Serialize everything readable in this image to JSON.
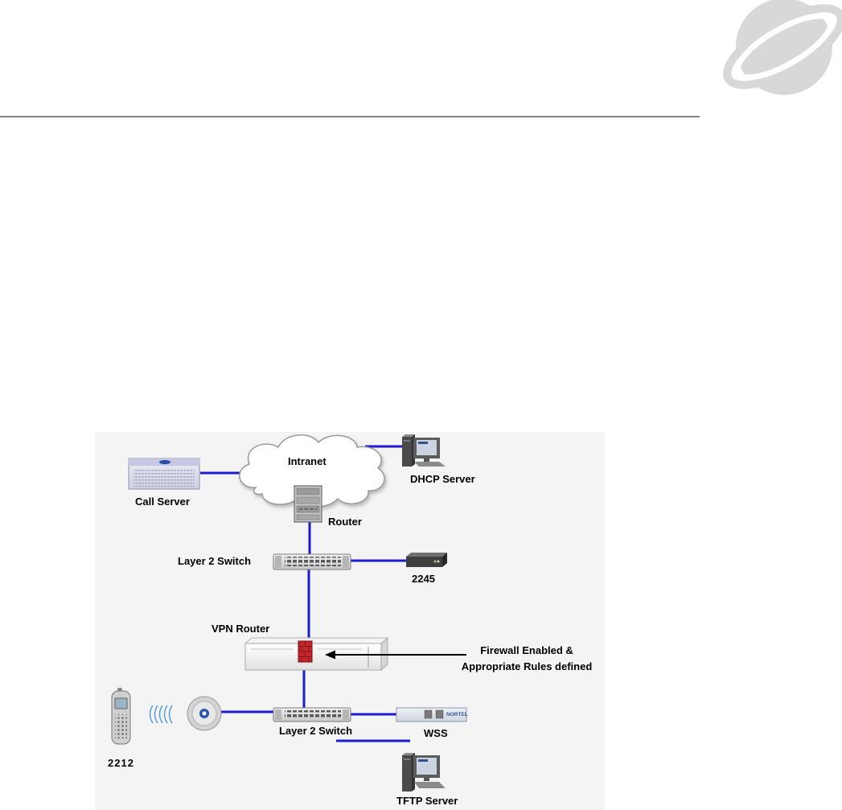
{
  "logo": {
    "icon": "nortel-globe-icon",
    "color": "#d8d8d8"
  },
  "diagram": {
    "cloud": {
      "label": "Intranet",
      "icon": "cloud-icon"
    },
    "call_server": {
      "label": "Call Server",
      "icon": "server-cabinet-icon"
    },
    "dhcp_server": {
      "label": "DHCP Server",
      "icon": "desktop-computer-icon"
    },
    "router": {
      "label": "Router",
      "icon": "router-chassis-icon"
    },
    "upper_switch": {
      "label": "Layer 2 Switch",
      "icon": "network-switch-icon"
    },
    "gateway_2245": {
      "label": "2245",
      "icon": "application-gateway-icon"
    },
    "vpn_router": {
      "label": "VPN Router",
      "icon": "vpn-router-icon"
    },
    "firewall": {
      "icon": "firewall-icon",
      "callout": [
        "Firewall Enabled &",
        "Appropriate Rules defined"
      ]
    },
    "lower_switch": {
      "label": "Layer 2 Switch",
      "icon": "network-switch-icon"
    },
    "access_point": {
      "icon": "access-point-icon"
    },
    "wireless_signal": {
      "icon": "wireless-signal-icon"
    },
    "handset": {
      "label": "2212",
      "icon": "wireless-handset-icon"
    },
    "wss": {
      "label": "WSS",
      "brand": "NORTEL",
      "icon": "wireless-security-switch-icon"
    },
    "tftp_server": {
      "label": "TFTP Server",
      "icon": "desktop-computer-icon"
    }
  },
  "colors": {
    "link": "#1c1cd2",
    "firewall": "#c1272d",
    "arrow": "#000000",
    "diagram_background": "#f4f4f4",
    "header_rule": "#000000"
  }
}
